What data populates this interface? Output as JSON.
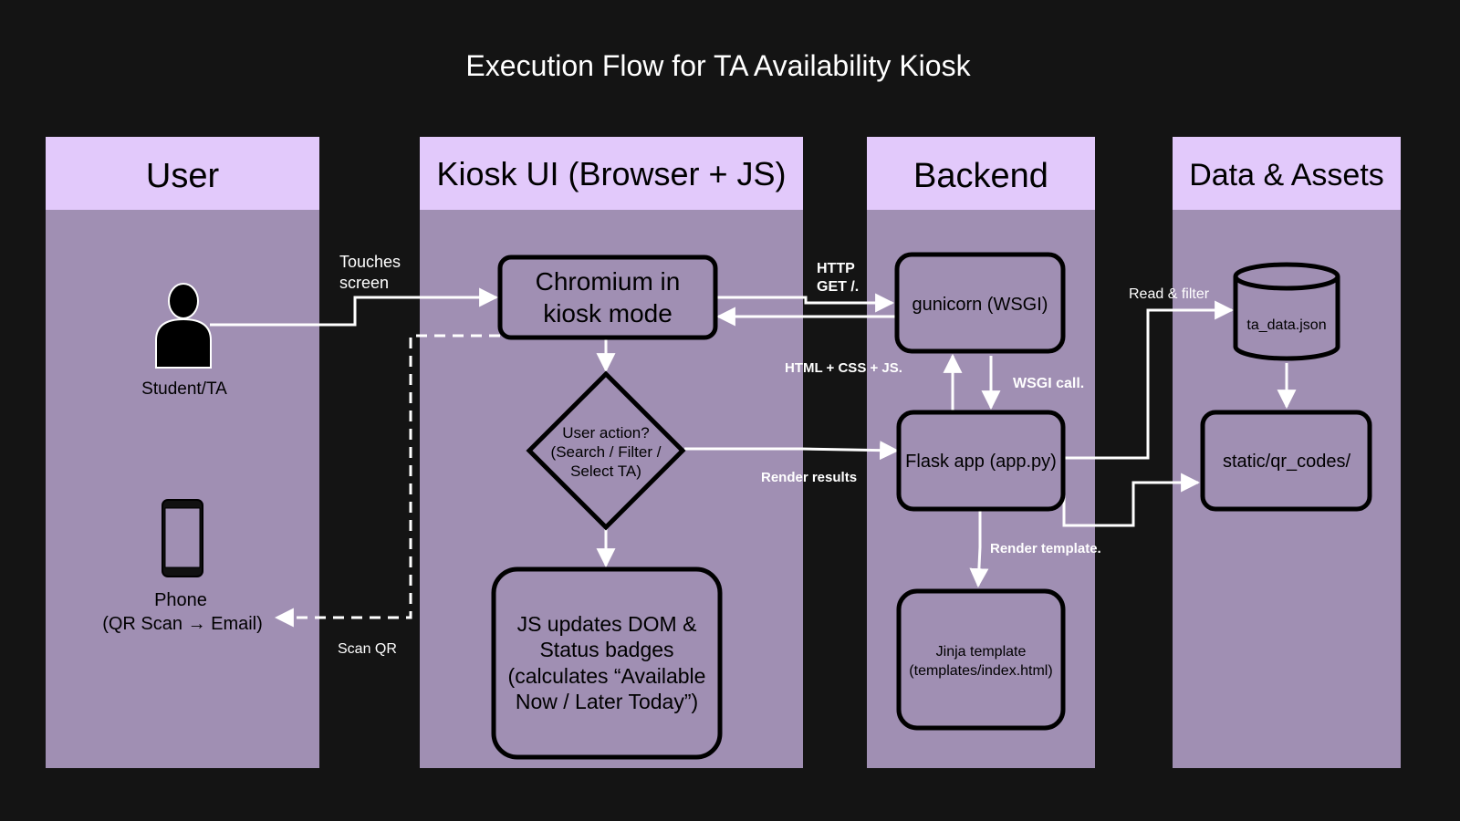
{
  "title": "Execution Flow for TA Availability Kiosk",
  "colors": {
    "background": "#141414",
    "lane_header": "#e2c9fb",
    "lane_body": "#a08fb3",
    "line": "#ffffff",
    "box_stroke": "#000000"
  },
  "lanes": {
    "user": "User",
    "kiosk": "Kiosk UI (Browser + JS)",
    "backend": "Backend",
    "data": "Data & Assets"
  },
  "actors": {
    "student": "Student/TA",
    "phone_line1": "Phone",
    "phone_line2": "(QR Scan → Email)"
  },
  "nodes": {
    "chromium_line1": "Chromium in",
    "chromium_line2": "kiosk mode",
    "decision_line1": "User action?",
    "decision_line2": "(Search / Filter /",
    "decision_line3": "Select TA)",
    "js_line1": "JS updates DOM &",
    "js_line2": "Status badges",
    "js_line3": "(calculates “Available",
    "js_line4": "Now / Later Today”)",
    "gunicorn": "gunicorn (WSGI)",
    "flask": "Flask app (app.py)",
    "jinja_line1": "Jinja template",
    "jinja_line2": "(templates/index.html)",
    "ta_data": "ta_data.json",
    "qr_codes": "static/qr_codes/"
  },
  "edge_labels": {
    "touches_line1": "Touches",
    "touches_line2": "screen",
    "http_line1": "HTTP",
    "http_line2": "GET /.",
    "html_css_js": "HTML + CSS + JS.",
    "wsgi_call": "WSGI call.",
    "render_results": "Render results",
    "render_template": "Render template.",
    "read_filter": "Read & filter",
    "scan_qr": "Scan QR"
  }
}
